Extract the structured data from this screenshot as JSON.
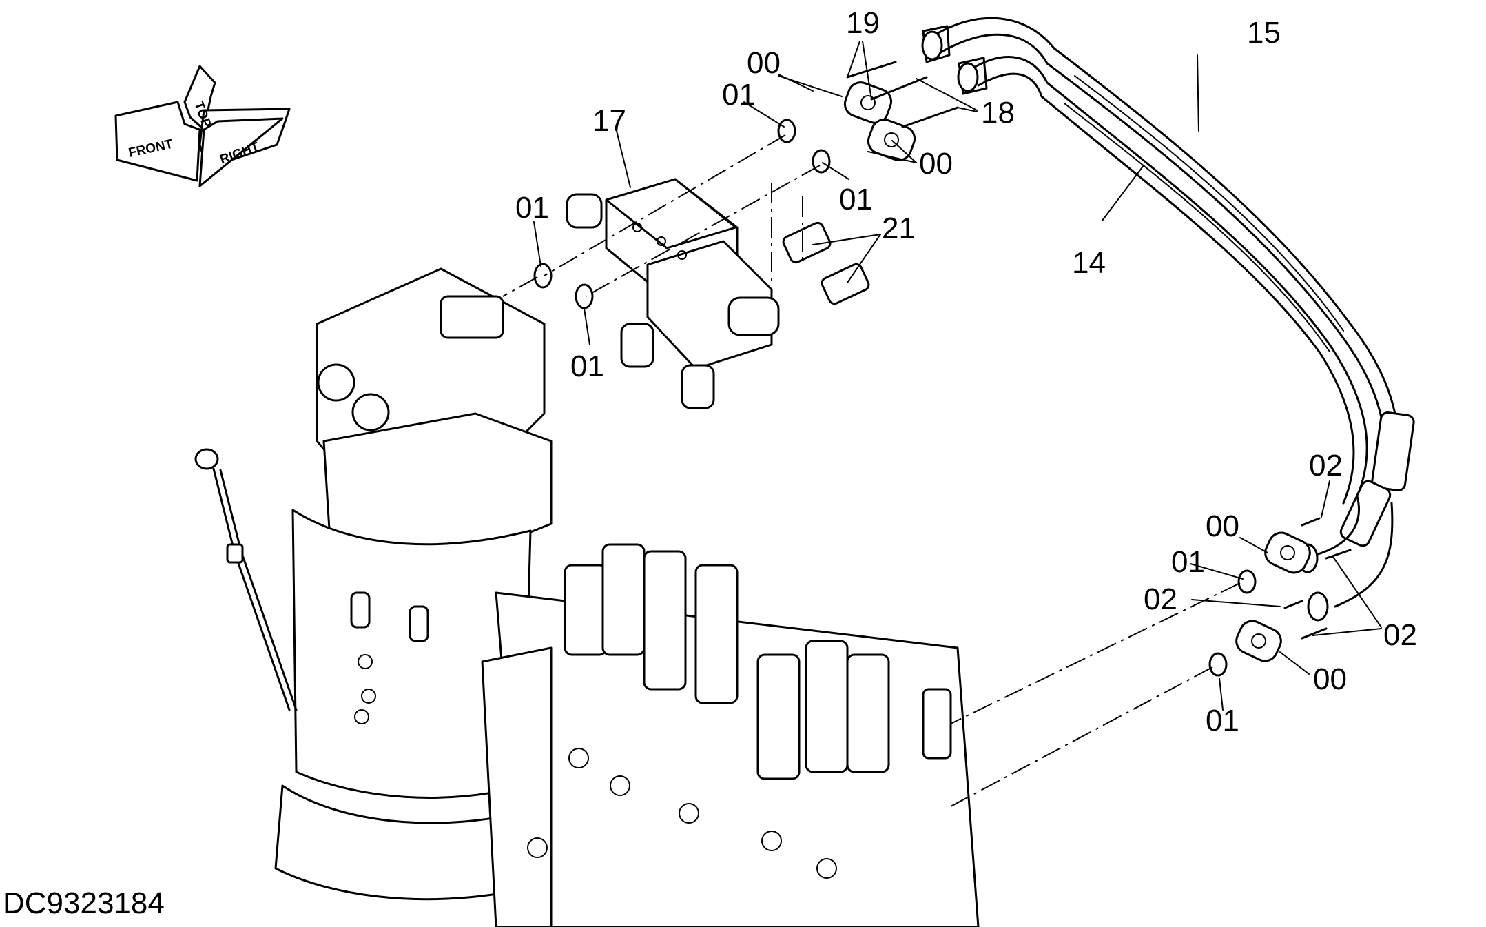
{
  "drawing_number": "DC9323184",
  "orientation": {
    "front": "FRONT",
    "top": "TOP",
    "right": "RIGHT"
  },
  "callouts": {
    "c19": "19",
    "c15": "15",
    "c00_a": "00",
    "c01_a": "01",
    "c18": "18",
    "c17": "17",
    "c00_b": "00",
    "c01_b": "01",
    "c01_c": "01",
    "c21": "21",
    "c14": "14",
    "c01_d": "01",
    "c02_a": "02",
    "c00_c": "00",
    "c01_e": "01",
    "c02_b": "02",
    "c02_c": "02",
    "c00_d": "00",
    "c01_f": "01"
  }
}
